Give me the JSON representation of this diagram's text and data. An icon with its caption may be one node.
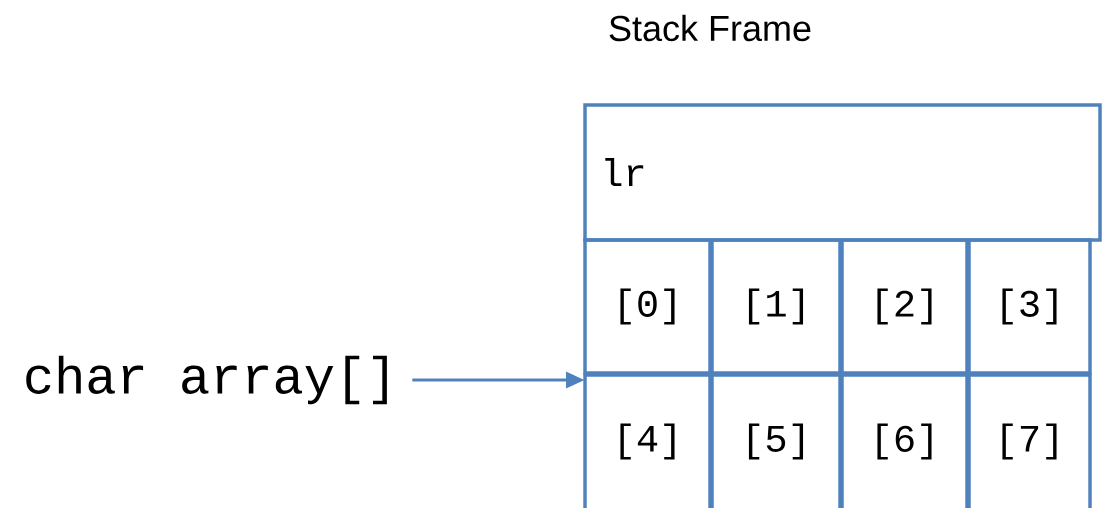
{
  "diagram": {
    "title": "Stack Frame",
    "nodes": [
      {
        "text": [
          "lr"
        ]
      },
      {
        "text": [
          "[0]"
        ]
      },
      {
        "text": [
          "[1]"
        ]
      },
      {
        "text": [
          "[2]"
        ]
      },
      {
        "text": [
          "[3]"
        ]
      },
      {
        "text": [
          "[4]"
        ]
      },
      {
        "text": [
          "[5]"
        ]
      },
      {
        "text": [
          "[6]"
        ]
      },
      {
        "text": [
          "[7]"
        ]
      },
      {
        "text": [
          "char array[]"
        ]
      }
    ],
    "edges": [
      {
        "from": 9,
        "to": 5,
        "arrow": "to"
      }
    ]
  }
}
